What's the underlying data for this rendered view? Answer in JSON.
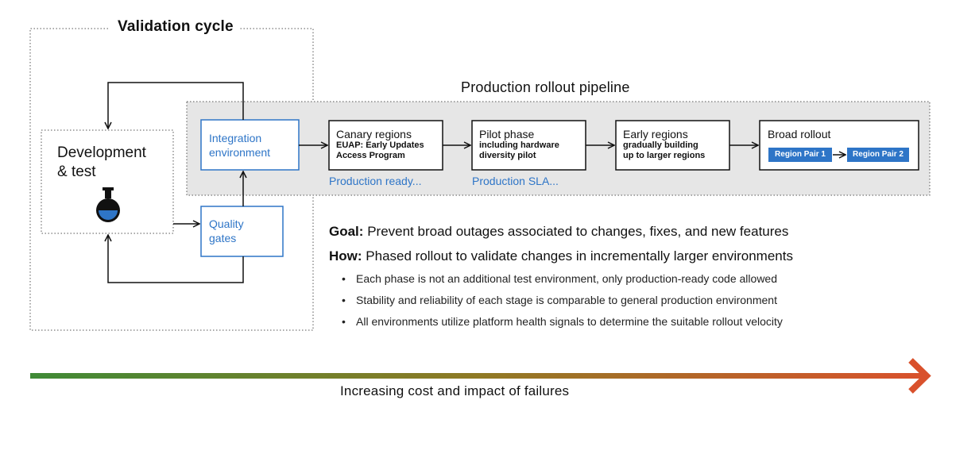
{
  "validation_cycle": {
    "title": "Validation cycle",
    "dev_test": {
      "title_line1": "Development",
      "title_line2": "& test",
      "icon": "flask-icon"
    },
    "integration": {
      "line1": "Integration",
      "line2": "environment"
    },
    "quality_gates": {
      "line1": "Quality",
      "line2": "gates"
    }
  },
  "pipeline": {
    "title": "Production rollout pipeline",
    "stages": [
      {
        "title": "Canary regions",
        "sub": [
          "EUAP: Early Updates",
          "Access Program"
        ]
      },
      {
        "title": "Pilot phase",
        "sub": [
          "including hardware",
          "diversity pilot"
        ]
      },
      {
        "title": "Early regions",
        "sub": [
          "gradually building",
          "up to larger regions"
        ]
      },
      {
        "title": "Broad rollout",
        "sub": []
      }
    ],
    "region_pairs": [
      "Region Pair 1",
      "Region Pair 2"
    ],
    "captions": [
      "Production ready...",
      "Production SLA..."
    ]
  },
  "summary": {
    "goal_label": "Goal:",
    "goal_text": "Prevent broad outages associated to changes, fixes, and new features",
    "how_label": "How:",
    "how_text": "Phased rollout to validate changes in incrementally larger environments",
    "bullets": [
      "Each phase is not an additional test environment, only production-ready code allowed",
      "Stability and reliability of each stage is comparable to general production environment",
      "All environments utilize platform health signals to determine the suitable rollout velocity"
    ]
  },
  "cost_axis": {
    "label": "Increasing cost and impact of failures",
    "colors": {
      "start": "#3f8a36",
      "mid": "#8f7a25",
      "end": "#d9512c"
    }
  },
  "colors": {
    "accent_blue": "#2e75c7",
    "pipeline_bg": "#e6e6e6"
  }
}
